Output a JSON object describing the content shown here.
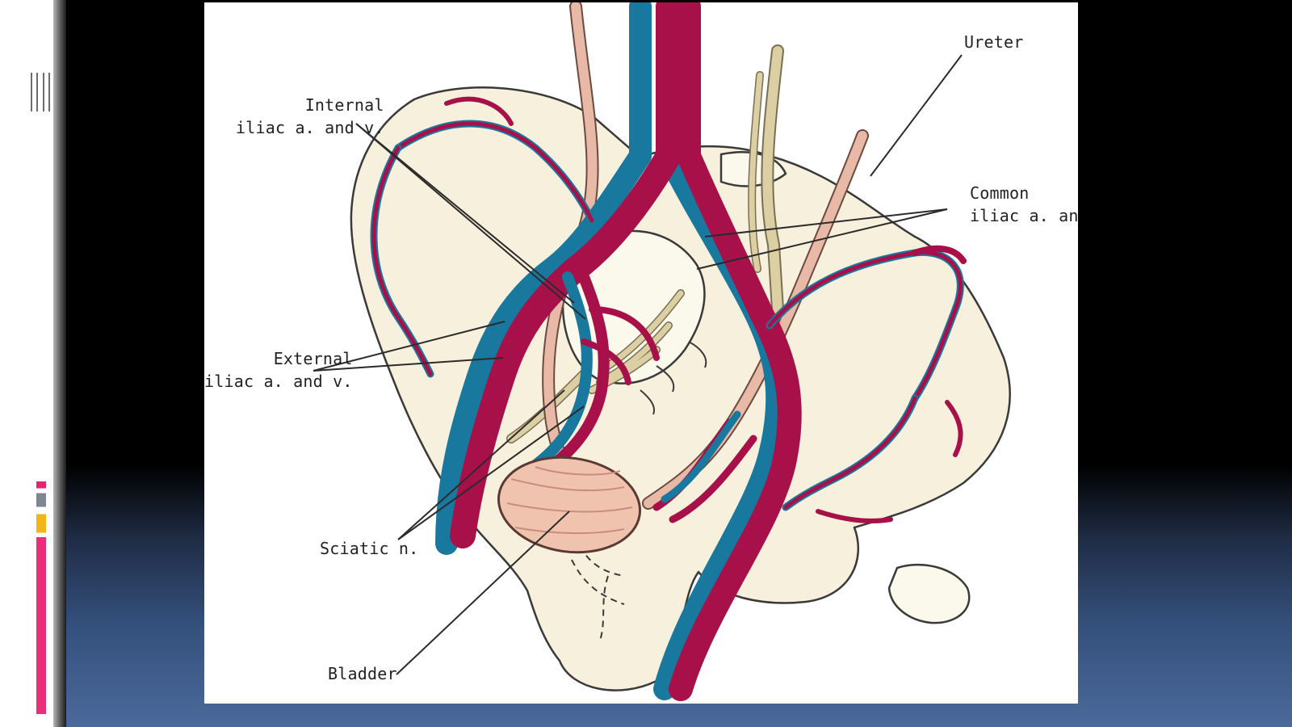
{
  "colors": {
    "artery": "#a8104a",
    "vein": "#18789e",
    "bone": "#f6f0dc",
    "nerve": "#dccfa4",
    "ureter": "#e9b9a7",
    "bladder": "#f0c3ae"
  },
  "labels": {
    "ureter": "Ureter",
    "internal_iliac": "Internal\niliac a. and v.",
    "common_iliac": "Common\niliac a. and v.",
    "external_iliac": "External\niliac a. and v.",
    "sciatic": "Sciatic n.",
    "bladder": "Bladder"
  }
}
